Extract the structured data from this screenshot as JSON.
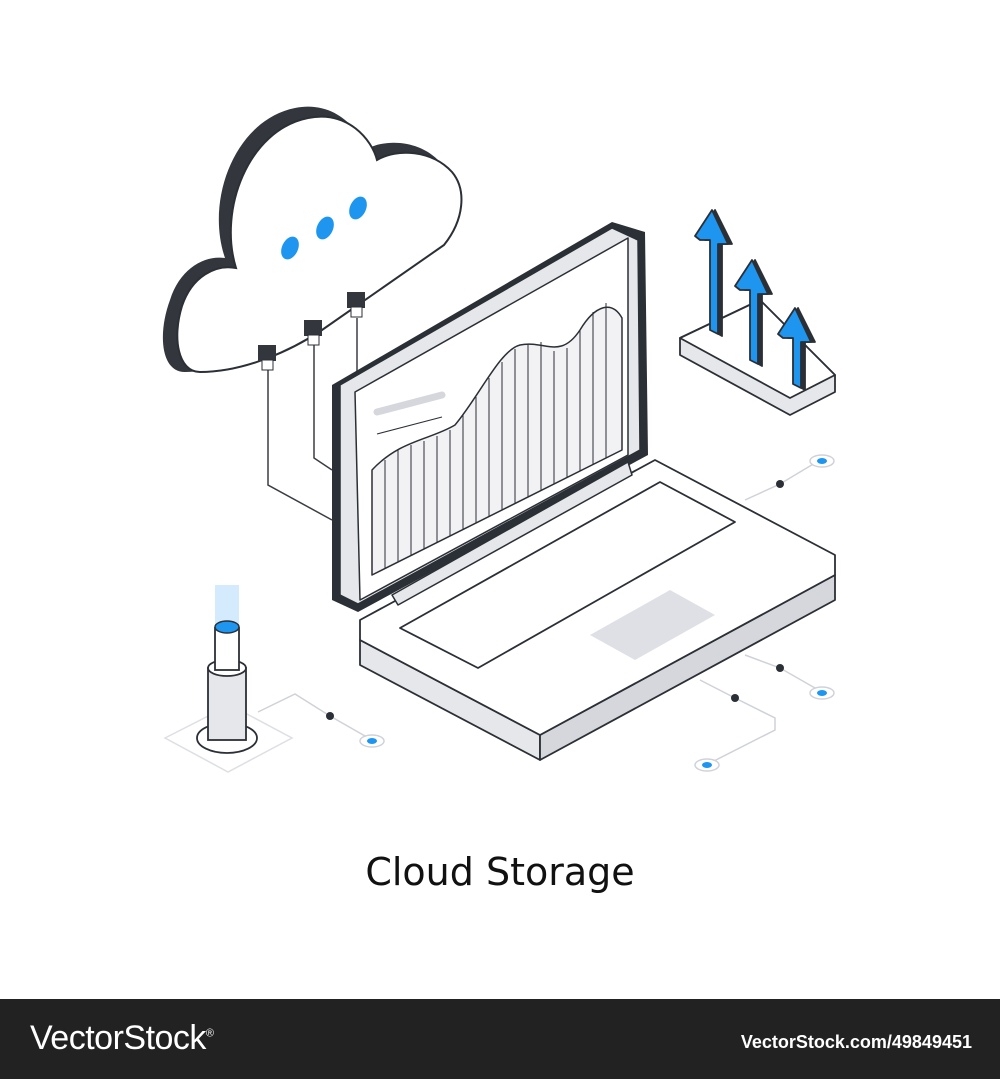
{
  "caption": "Cloud Storage",
  "footer": {
    "brand": "VectorStock",
    "brand_mark": "®",
    "image_ref": "VectorStock.com/49849451"
  },
  "colors": {
    "accent": "#1E96F0",
    "outline": "#2B2F36",
    "dark_fill": "#33373D",
    "light_gray": "#E6E7EB",
    "footer_bg": "#222222"
  },
  "icons": [
    "cloud-icon",
    "laptop-icon",
    "growth-arrows-icon",
    "beacon-icon"
  ]
}
